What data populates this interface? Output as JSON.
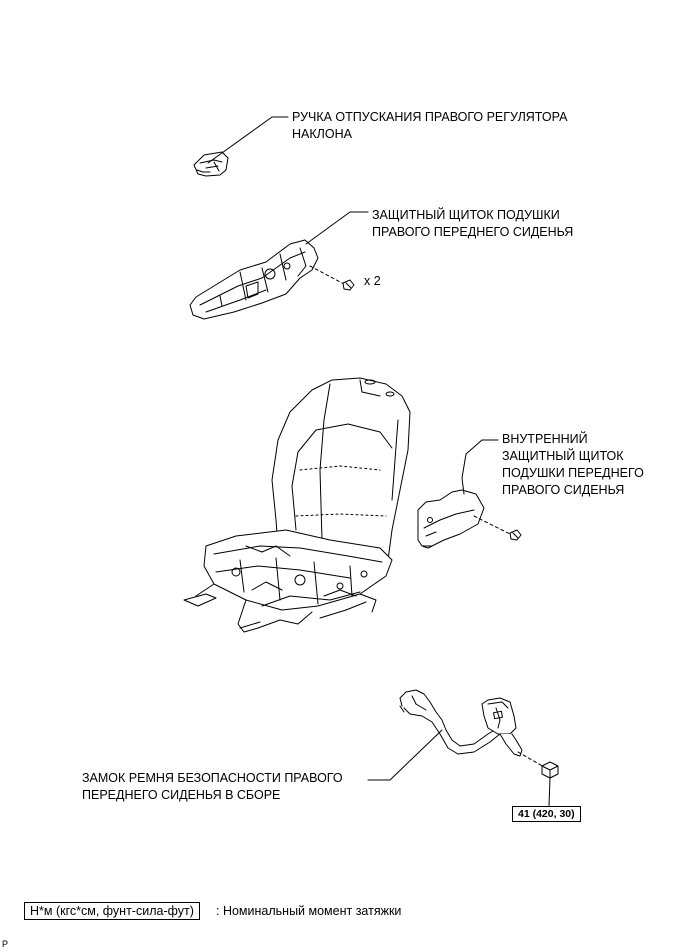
{
  "labels": {
    "release_handle": [
      "РУЧКА ОТПУСКАНИЯ ПРАВОГО РЕГУЛЯТОРА",
      "НАКЛОНА"
    ],
    "cushion_shield": [
      "ЗАЩИТНЫЙ ЩИТОК ПОДУШКИ",
      "ПРАВОГО ПЕРЕДНЕГО СИДЕНЬЯ"
    ],
    "screw_qty": "x 2",
    "inner_shield": [
      "ВНУТРЕННИЙ",
      "ЗАЩИТНЫЙ ЩИТОК",
      "ПОДУШКИ ПЕРЕДНЕГО",
      "ПРАВОГО СИДЕНЬЯ"
    ],
    "buckle": [
      "ЗАМОК РЕМНЯ БЕЗОПАСНОСТИ ПРАВОГО",
      "ПЕРЕДНЕГО СИДЕНЬЯ В СБОРЕ"
    ]
  },
  "torque_value": "41 (420, 30)",
  "legend": {
    "unit_box": "Н*м (кгс*см, фунт-сила-фут)",
    "description": ": Номинальный момент затяжки"
  },
  "corner_mark": "P"
}
